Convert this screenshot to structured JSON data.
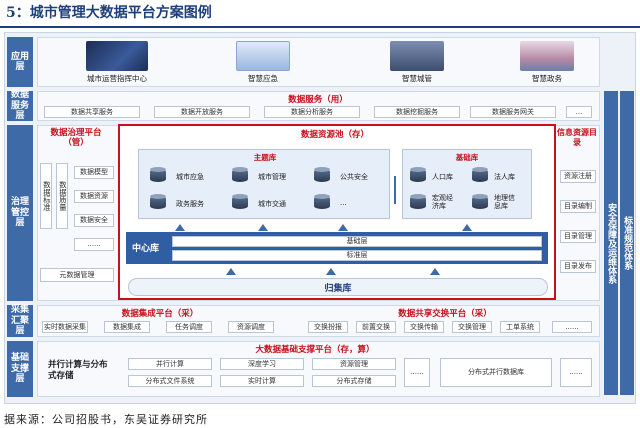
{
  "title": "5：城市管理大数据平台方案图例",
  "source": "据来源：公司招股书，东吴证券研究所",
  "layers": {
    "app": "应用层",
    "data_service": "数据服务层",
    "governance": "治理管控层",
    "collect": "采集汇聚层",
    "base": "基础支撑层"
  },
  "apps": [
    "城市运营指挥中心",
    "智慧应急",
    "智慧城管",
    "智慧政务"
  ],
  "data_service": {
    "header": "数据服务（用）",
    "items": [
      "数据共享服务",
      "数据开放服务",
      "数据分析服务",
      "数据挖掘服务",
      "数据服务网关",
      "..."
    ]
  },
  "governance_platform": {
    "header": "数据治理平台（管）",
    "vertical": [
      "数据标准",
      "数据质量"
    ],
    "items": [
      "数据模型",
      "数据资源",
      "数据安全",
      "......"
    ],
    "meta": "元数据管理"
  },
  "resource_pool": {
    "header": "数据资源池（存）",
    "theme_header": "主题库",
    "theme_items": [
      "城市应急",
      "城市管理",
      "公共安全",
      "政务服务",
      "城市交通",
      "..."
    ],
    "base_header": "基础库",
    "base_items": [
      "人口库",
      "法人库",
      "宏观经济库",
      "地理信息库"
    ],
    "center_label": "中心库",
    "center_layers": [
      "基础层",
      "标准层"
    ],
    "archive": "归集库"
  },
  "catalog": {
    "header": "信息资源目录",
    "items": [
      "资源注册",
      "目录编制",
      "目录管理",
      "目录发布"
    ]
  },
  "right_bars": [
    "安全保障及运维体系",
    "标准规范体系"
  ],
  "collect": {
    "left_header": "数据集成平台（采）",
    "left_items": [
      "实时数据采集",
      "数据集成",
      "任务调度",
      "资源调度"
    ],
    "right_header": "数据共享交换平台（采）",
    "right_items": [
      "交换扮报",
      "前置交换",
      "交换传输",
      "交换管理",
      "工单系统",
      "......"
    ]
  },
  "base": {
    "header": "大数据基础支撑平台（存，算）",
    "left_label": "并行计算与分布式存储",
    "grid": [
      "并行计算",
      "深度学习",
      "资源管理",
      "分布式文件系统",
      "实时计算",
      "分布式存储"
    ],
    "dots": "......",
    "right_item": "分布式并行数据库",
    "right_dots": "......"
  }
}
